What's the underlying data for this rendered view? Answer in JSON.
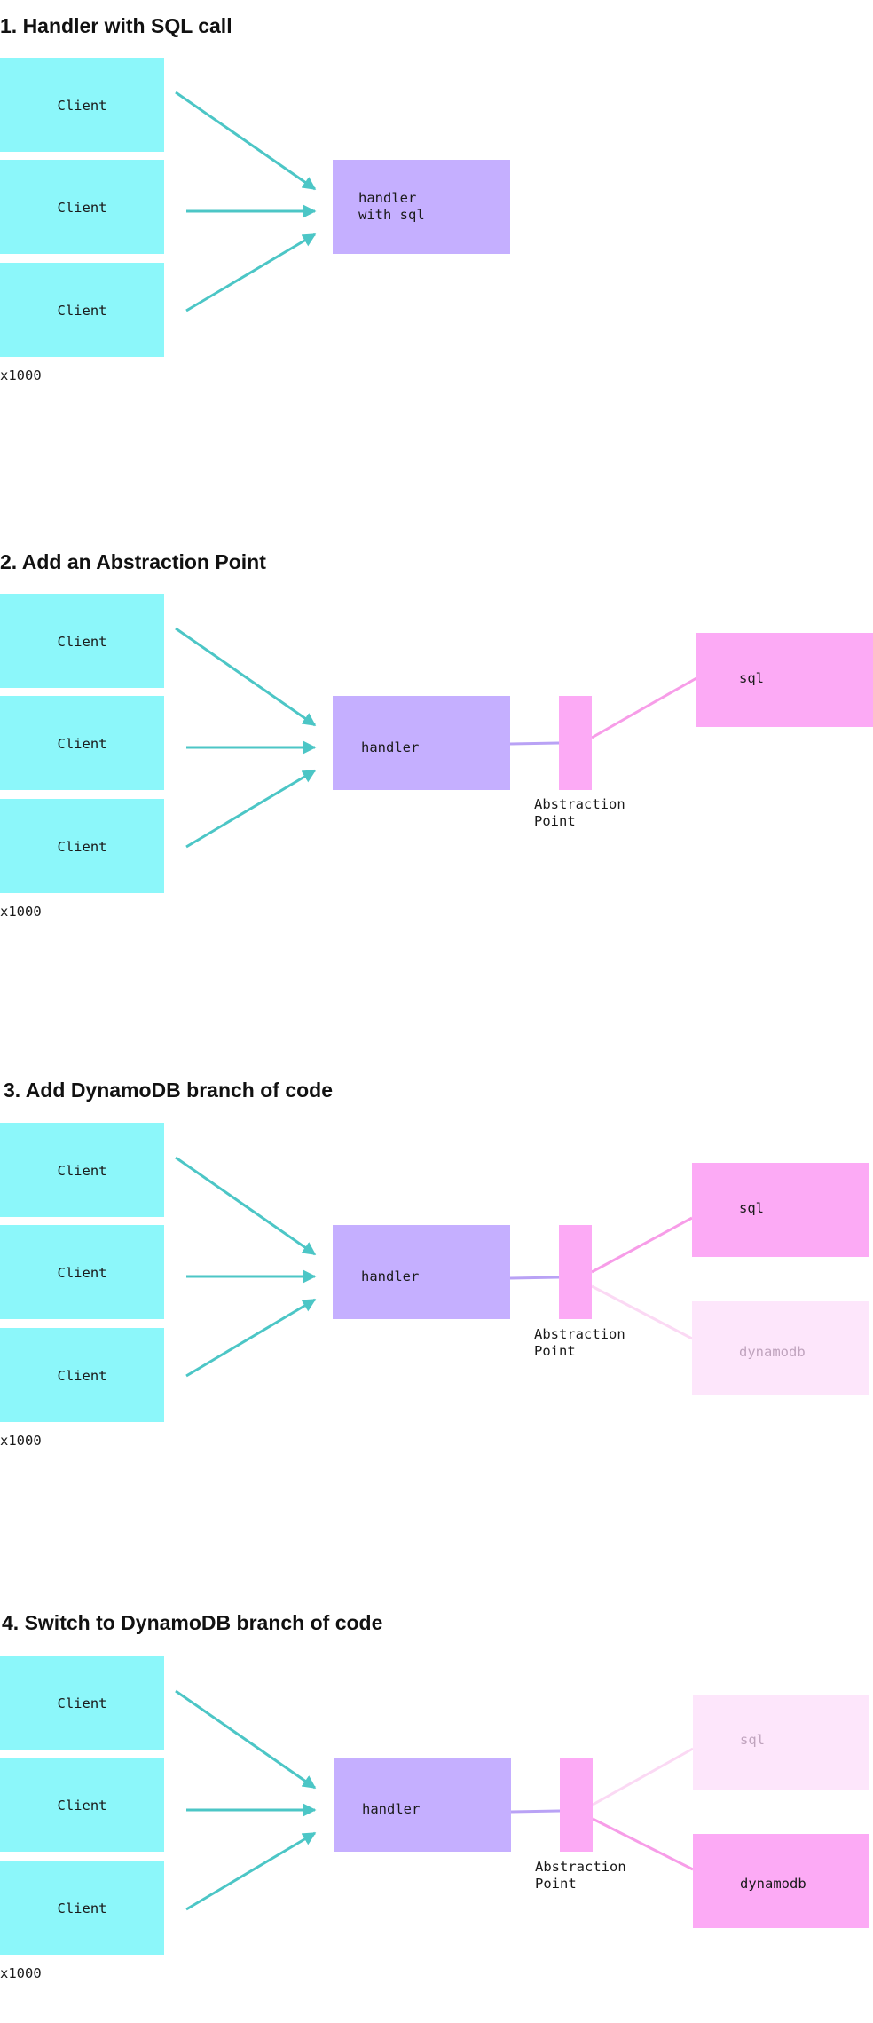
{
  "colors": {
    "client": "#8cf7fa",
    "handler": "#c5afff",
    "abstraction": "#fcaaf5",
    "sql_active": "#fcaaf5",
    "inactive": "#fde6fb",
    "arrow": "#4cc6c6",
    "handler_line": "#b9a2f5",
    "branch_active": "#f79de8",
    "branch_inactive": "#fbd9f4"
  },
  "icons": {
    "arrow": "arrow-right-icon"
  },
  "sections": [
    {
      "title": "1. Handler with SQL call",
      "clients": [
        "Client",
        "Client",
        "Client"
      ],
      "multiplier": "x1000",
      "handler": [
        "handler",
        "with sql"
      ]
    },
    {
      "title": "2. Add an Abstraction Point",
      "clients": [
        "Client",
        "Client",
        "Client"
      ],
      "multiplier": "x1000",
      "handler": [
        "handler"
      ],
      "abstraction": [
        "Abstraction",
        "Point"
      ],
      "sql": "sql"
    },
    {
      "title": "3. Add DynamoDB branch of code",
      "clients": [
        "Client",
        "Client",
        "Client"
      ],
      "multiplier": "x1000",
      "handler": [
        "handler"
      ],
      "abstraction": [
        "Abstraction",
        "Point"
      ],
      "sql": "sql",
      "dynamodb": "dynamodb"
    },
    {
      "title": "4. Switch to DynamoDB branch of code",
      "clients": [
        "Client",
        "Client",
        "Client"
      ],
      "multiplier": "x1000",
      "handler": [
        "handler"
      ],
      "abstraction": [
        "Abstraction",
        "Point"
      ],
      "sql": "sql",
      "dynamodb": "dynamodb"
    }
  ]
}
